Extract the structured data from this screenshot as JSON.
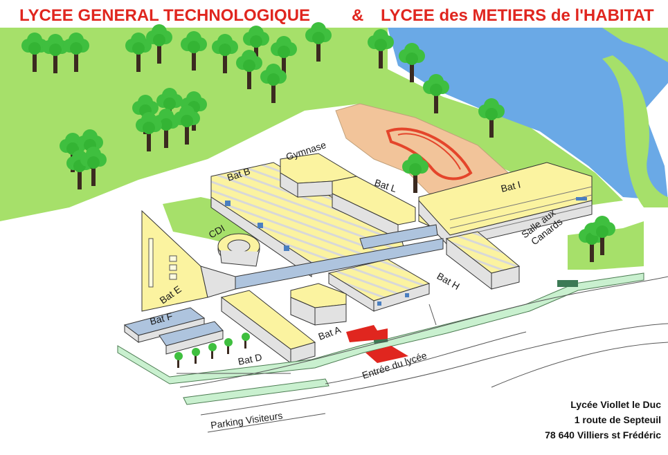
{
  "title": {
    "left": "LYCEE GENERAL TECHNOLOGIQUE",
    "amp": "&",
    "right": "LYCEE des METIERS de l'HABITAT"
  },
  "labels": {
    "bat_b": "Bat B",
    "gymnase": "Gymnase",
    "bat_l": "Bat L",
    "bat_i": "Bat I",
    "cdi": "CDI",
    "salle_aux": "Salle aux",
    "canards": "Canards",
    "bat_e": "Bat E",
    "bat_f": "Bat F",
    "bat_h": "Bat H",
    "bat_a": "Bat A",
    "bat_d": "Bat D",
    "entree": "Entrée du lycée",
    "parking": "Parking Visiteurs"
  },
  "address": {
    "line1": "Lycée Viollet le Duc",
    "line2": "1 route de Septeuil",
    "line3": "78 640 Villiers st Frédéric"
  },
  "colors": {
    "title": "#e0261f",
    "grass": "#a6e06a",
    "water": "#6aa9e6",
    "building_top": "#fbf3a0",
    "building_side": "#e2e2e2",
    "roof_blue": "#aec4de",
    "track": "#f2c49a",
    "track_lane": "#e4452b",
    "fence": "#c9f0cf",
    "entrance": "#e0261f"
  },
  "icons": [
    "tree-icon",
    "entrance-arrow-icon"
  ]
}
